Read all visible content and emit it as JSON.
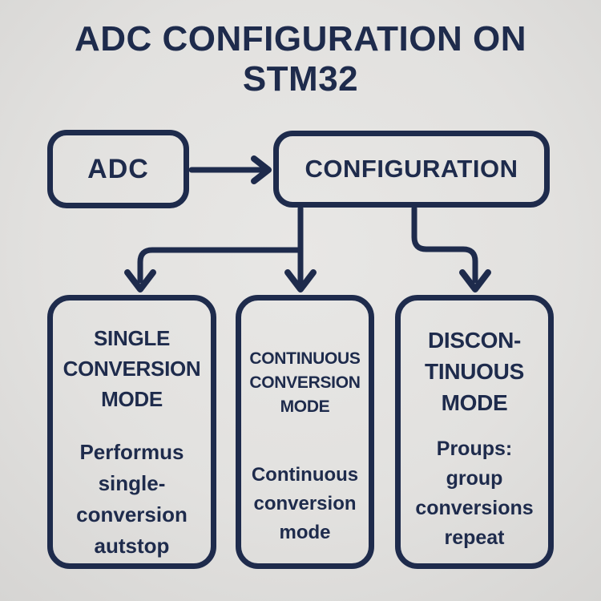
{
  "colors": {
    "background": "#e2e1df",
    "ink": "#1e2b4c"
  },
  "title": "ADC CONFIGURATION ON\nSTM32",
  "flow": {
    "adc": {
      "label": "ADC"
    },
    "configuration": {
      "label": "CONFIGURATION"
    }
  },
  "connectors": [
    "adc-to-configuration",
    "configuration-to-single-conversion-mode",
    "configuration-to-continuous-conversion-mode",
    "configuration-to-discontinuous-mode"
  ],
  "modes": [
    {
      "heading": "SINGLE\nCONVERSION\nMODE",
      "body": "Performus\nsingle-\nconversion\nautstop"
    },
    {
      "heading": "CONTINUOUS\nCONVERSION\nMODE",
      "body": "Continuous\nconversion\nmode"
    },
    {
      "heading": "DISCON-\nTINUOUS\nMODE",
      "body": "Proups:\ngroup\nconversions\nrepeat"
    }
  ]
}
